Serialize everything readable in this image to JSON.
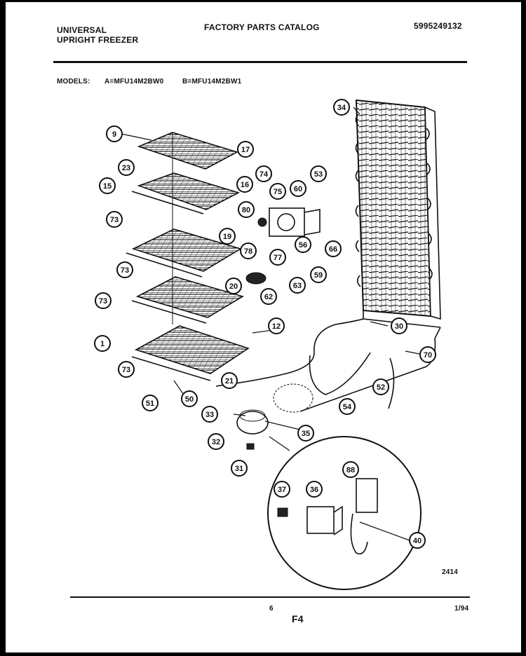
{
  "header": {
    "brand_line1": "UNIVERSAL",
    "brand_line2": "UPRIGHT FREEZER",
    "catalog_title": "FACTORY PARTS CATALOG",
    "catalog_number": "5995249132",
    "models_label": "MODELS:",
    "model_a": "A=MFU14M2BW0",
    "model_b": "B=MFU14M2BW1"
  },
  "footer": {
    "figure_id": "2414",
    "page_number": "6",
    "section": "F4",
    "date": "1/94"
  },
  "callouts": [
    {
      "label": "9"
    },
    {
      "label": "23"
    },
    {
      "label": "15"
    },
    {
      "label": "17"
    },
    {
      "label": "16"
    },
    {
      "label": "73"
    },
    {
      "label": "74"
    },
    {
      "label": "75"
    },
    {
      "label": "60"
    },
    {
      "label": "53"
    },
    {
      "label": "80"
    },
    {
      "label": "19"
    },
    {
      "label": "78"
    },
    {
      "label": "77"
    },
    {
      "label": "56"
    },
    {
      "label": "66"
    },
    {
      "label": "73"
    },
    {
      "label": "59"
    },
    {
      "label": "63"
    },
    {
      "label": "20"
    },
    {
      "label": "62"
    },
    {
      "label": "73"
    },
    {
      "label": "12"
    },
    {
      "label": "1"
    },
    {
      "label": "73"
    },
    {
      "label": "21"
    },
    {
      "label": "51"
    },
    {
      "label": "50"
    },
    {
      "label": "34"
    },
    {
      "label": "30"
    },
    {
      "label": "70"
    },
    {
      "label": "52"
    },
    {
      "label": "54"
    },
    {
      "label": "33"
    },
    {
      "label": "35"
    },
    {
      "label": "32"
    },
    {
      "label": "31"
    },
    {
      "label": "88"
    },
    {
      "label": "37"
    },
    {
      "label": "36"
    },
    {
      "label": "40"
    }
  ]
}
